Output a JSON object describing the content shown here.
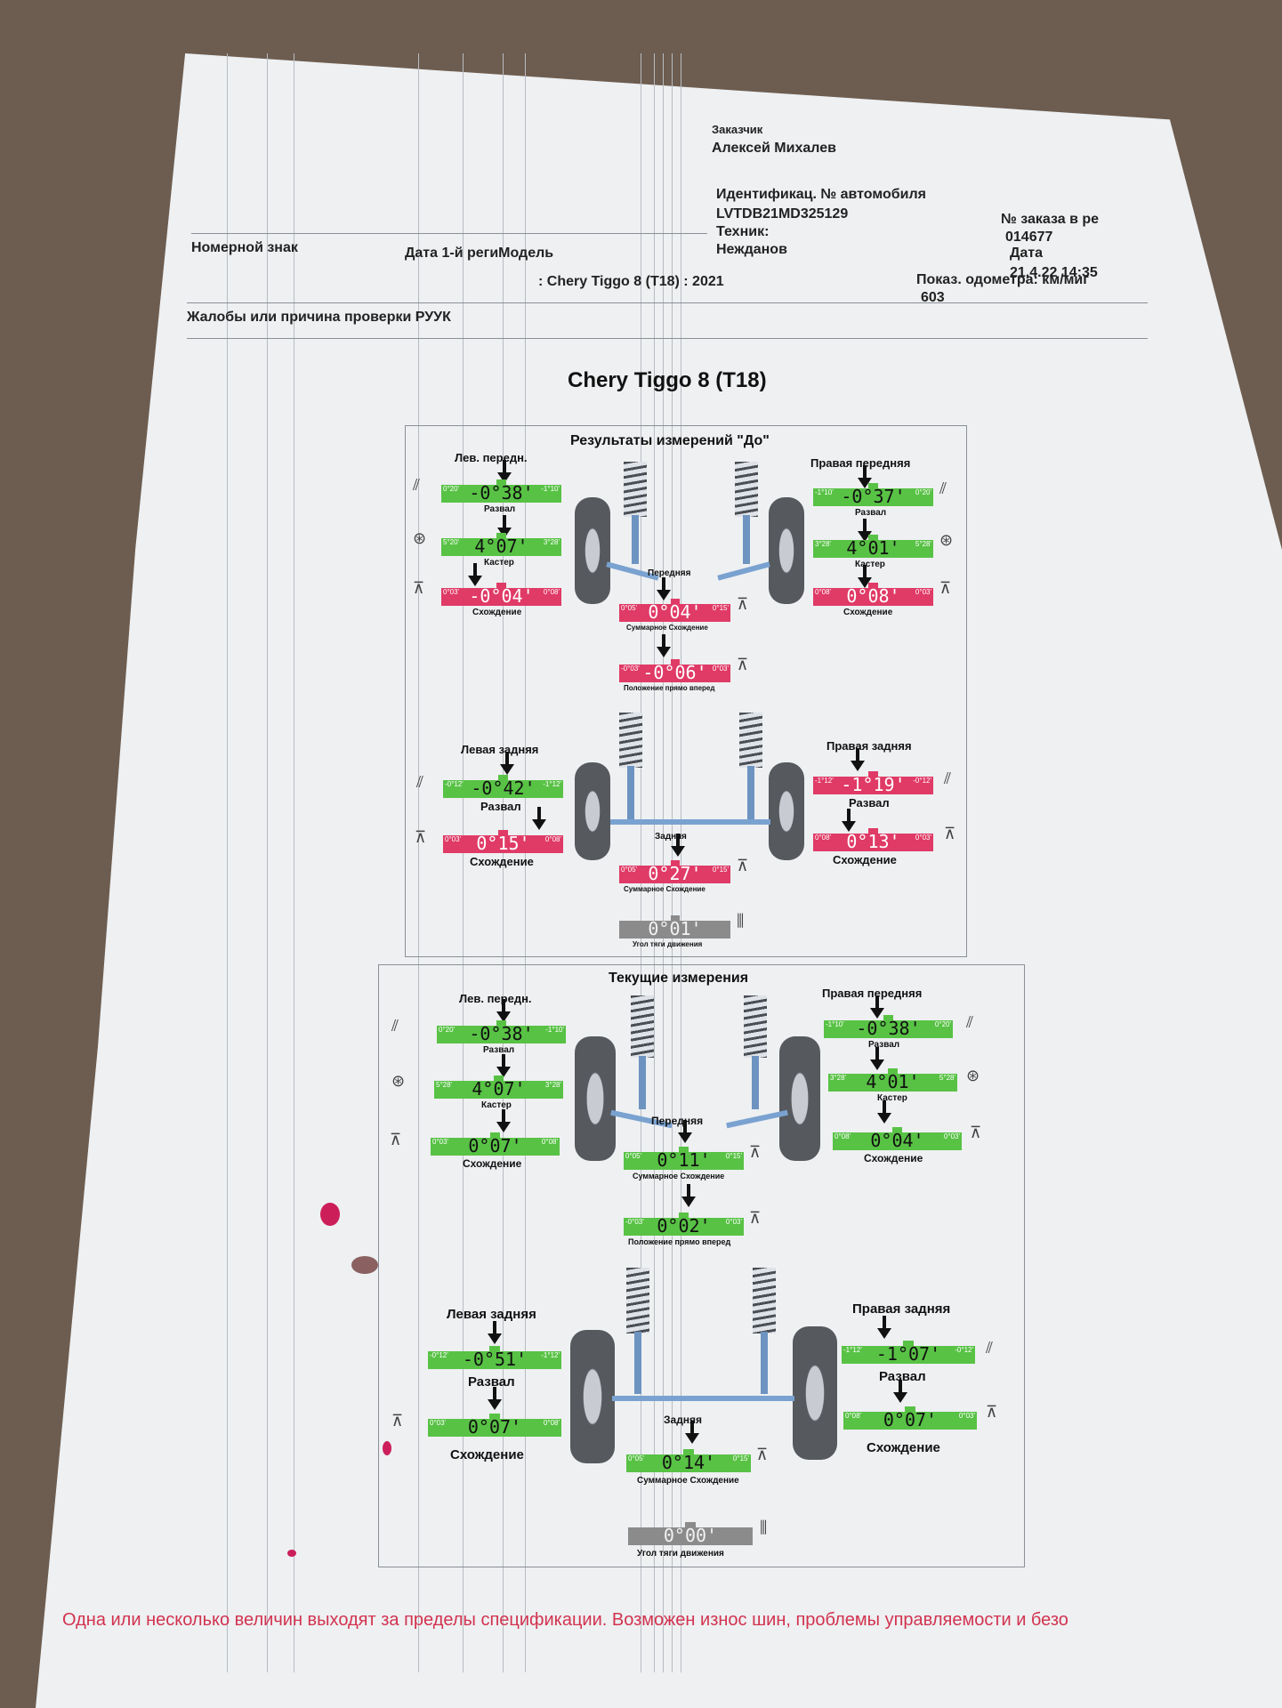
{
  "header": {
    "customer_label": "Заказчик",
    "customer_name": "Алексей Михалев",
    "vin_label": "Идентификац. № автомобиля",
    "vin": "LVTDB21MD325129",
    "order_label": "№ заказа в ре",
    "order_no": "014677",
    "tech_label": "Техник:",
    "tech_name": "Нежданов",
    "date_label": "Дата",
    "date": "21.4.22 14:35",
    "plate_label": "Номерной знак",
    "reg_label": "Дата 1-й региМодель",
    "model": ": Chery Tiggo 8 (T18) : 2021",
    "odo_label": "Показ. одометра: км/миг",
    "odo": "603",
    "complaint": "Жалобы или причина проверки РУУК"
  },
  "car_title": "Chery Tiggo 8 (T18)",
  "before": {
    "title": "Результаты измерений \"До\"",
    "fl_title": "Лев. передн.",
    "fr_title": "Правая передняя",
    "camber": "Развал",
    "caster": "Кастер",
    "toe": "Схождение",
    "front": "Передняя",
    "total_toe": "Суммарное Схождение",
    "straight": "Положение прямо вперед",
    "rl_title": "Левая задняя",
    "rr_title": "Правая задняя",
    "rear": "Задняя",
    "thrust": "Угол тяги движения",
    "fl_camber": {
      "val": "-0°38'",
      "lo": "0°20'",
      "hi": "-1°10'"
    },
    "fl_caster": {
      "val": "4°07'",
      "lo": "5°20'",
      "hi": "3°28'"
    },
    "fl_toe": {
      "val": "-0°04'",
      "lo": "0°03'",
      "hi": "0°08'"
    },
    "fr_camber": {
      "val": "-0°37'",
      "lo": "-1°10'",
      "hi": "0°20'"
    },
    "fr_caster": {
      "val": "4°01'",
      "lo": "3°28'",
      "hi": "5°28'"
    },
    "fr_toe": {
      "val": "0°08'",
      "lo": "0°08'",
      "hi": "0°03'"
    },
    "front_total": {
      "val": "0°04'",
      "lo": "0°05'",
      "hi": "0°15'"
    },
    "front_straight": {
      "val": "-0°06'",
      "lo": "-0°03'",
      "hi": "0°03'"
    },
    "rl_camber": {
      "val": "-0°42'",
      "lo": "-0°12'",
      "hi": "-1°12'"
    },
    "rl_toe": {
      "val": "0°15'",
      "lo": "0°03'",
      "hi": "0°08'"
    },
    "rr_camber": {
      "val": "-1°19'",
      "lo": "-1°12'",
      "hi": "-0°12'"
    },
    "rr_toe": {
      "val": "0°13'",
      "lo": "0°08'",
      "hi": "0°03'"
    },
    "rear_total": {
      "val": "0°27'",
      "lo": "0°05'",
      "hi": "0°15'"
    },
    "thrust_val": {
      "val": "0°01'"
    }
  },
  "current": {
    "title": "Текущие измерения",
    "fl_title": "Лев. передн.",
    "fr_title": "Правая передняя",
    "camber": "Развал",
    "caster": "Кастер",
    "toe": "Схождение",
    "front": "Передняя",
    "total_toe": "Суммарное Схождение",
    "straight": "Положение прямо вперед",
    "rl_title": "Левая задняя",
    "rr_title": "Правая задняя",
    "rear": "Задняя",
    "thrust": "Угол тяги движения",
    "fl_camber": {
      "val": "-0°38'",
      "lo": "0°20'",
      "hi": "-1°10'"
    },
    "fl_caster": {
      "val": "4°07'",
      "lo": "5°28'",
      "hi": "3°28'"
    },
    "fl_toe": {
      "val": "0°07'",
      "lo": "0°03'",
      "hi": "0°08'"
    },
    "fr_camber": {
      "val": "-0°38'",
      "lo": "-1°10'",
      "hi": "0°20'"
    },
    "fr_caster": {
      "val": "4°01'",
      "lo": "3°28'",
      "hi": "5°28'"
    },
    "fr_toe": {
      "val": "0°04'",
      "lo": "0°08'",
      "hi": "0°03'"
    },
    "front_total": {
      "val": "0°11'",
      "lo": "0°05'",
      "hi": "0°15'"
    },
    "front_straight": {
      "val": "0°02'",
      "lo": "-0°03'",
      "hi": "0°03'"
    },
    "rl_camber": {
      "val": "-0°51'",
      "lo": "-0°12'",
      "hi": "-1°12'"
    },
    "rl_toe": {
      "val": "0°07'",
      "lo": "0°03'",
      "hi": "0°08'"
    },
    "rr_camber": {
      "val": "-1°07'",
      "lo": "-1°12'",
      "hi": "-0°12'"
    },
    "rr_toe": {
      "val": "0°07'",
      "lo": "0°08'",
      "hi": "0°03'"
    },
    "rear_total": {
      "val": "0°14'",
      "lo": "0°05'",
      "hi": "0°15'"
    },
    "thrust_val": {
      "val": "0°00'"
    }
  },
  "footer": "Одна или несколько величин выходят за пределы спецификации. Возможен износ шин, проблемы управляемости и безо",
  "colors": {
    "in_spec": "#58c245",
    "out_spec": "#e03a66",
    "neutral": "#8b8b8b",
    "warning_text": "#d2334f"
  }
}
